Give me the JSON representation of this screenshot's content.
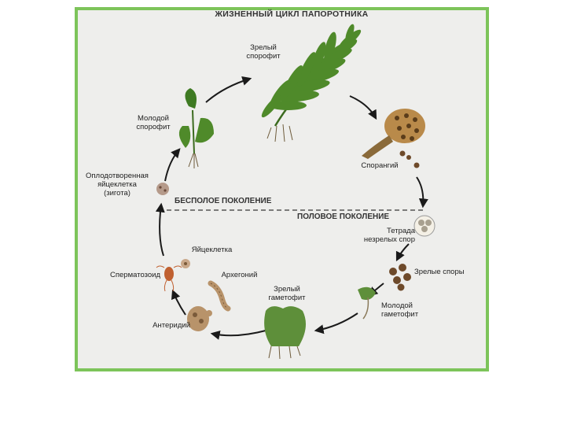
{
  "title": "ЖИЗНЕННЫЙ ЦИКЛ ПАПОРОТНИКА",
  "generations": {
    "asexual": "БЕСПОЛОЕ ПОКОЛЕНИЕ",
    "sexual": "ПОЛОВОЕ ПОКОЛЕНИЕ"
  },
  "stages": {
    "mature_sporophyte": "Зрелый\nспорофит",
    "sporangium": "Спорангий",
    "spore_tetrad": "Тетрада\nнезрелых спор",
    "mature_spores": "Зрелые споры",
    "young_gametophyte": "Молодой\nгаметофит",
    "mature_gametophyte": "Зрелый\nгаметофит",
    "antheridium": "Антеридий",
    "archegonium": "Архегоний",
    "egg_cell": "Яйцеклетка",
    "spermatozoid": "Сперматозоид",
    "zygote": "Оплодотворенная\nяйцеклетка\n(зигота)",
    "young_sporophyte": "Молодой\nспорофит"
  },
  "colors": {
    "frame": "#7dc45a",
    "background": "#eeeeec",
    "arrow": "#1a1a1a",
    "frond": "#4f8a2a",
    "sporangium": "#8a6a3a",
    "spore": "#6e4a2a",
    "gametophyte": "#5e8f3a"
  }
}
